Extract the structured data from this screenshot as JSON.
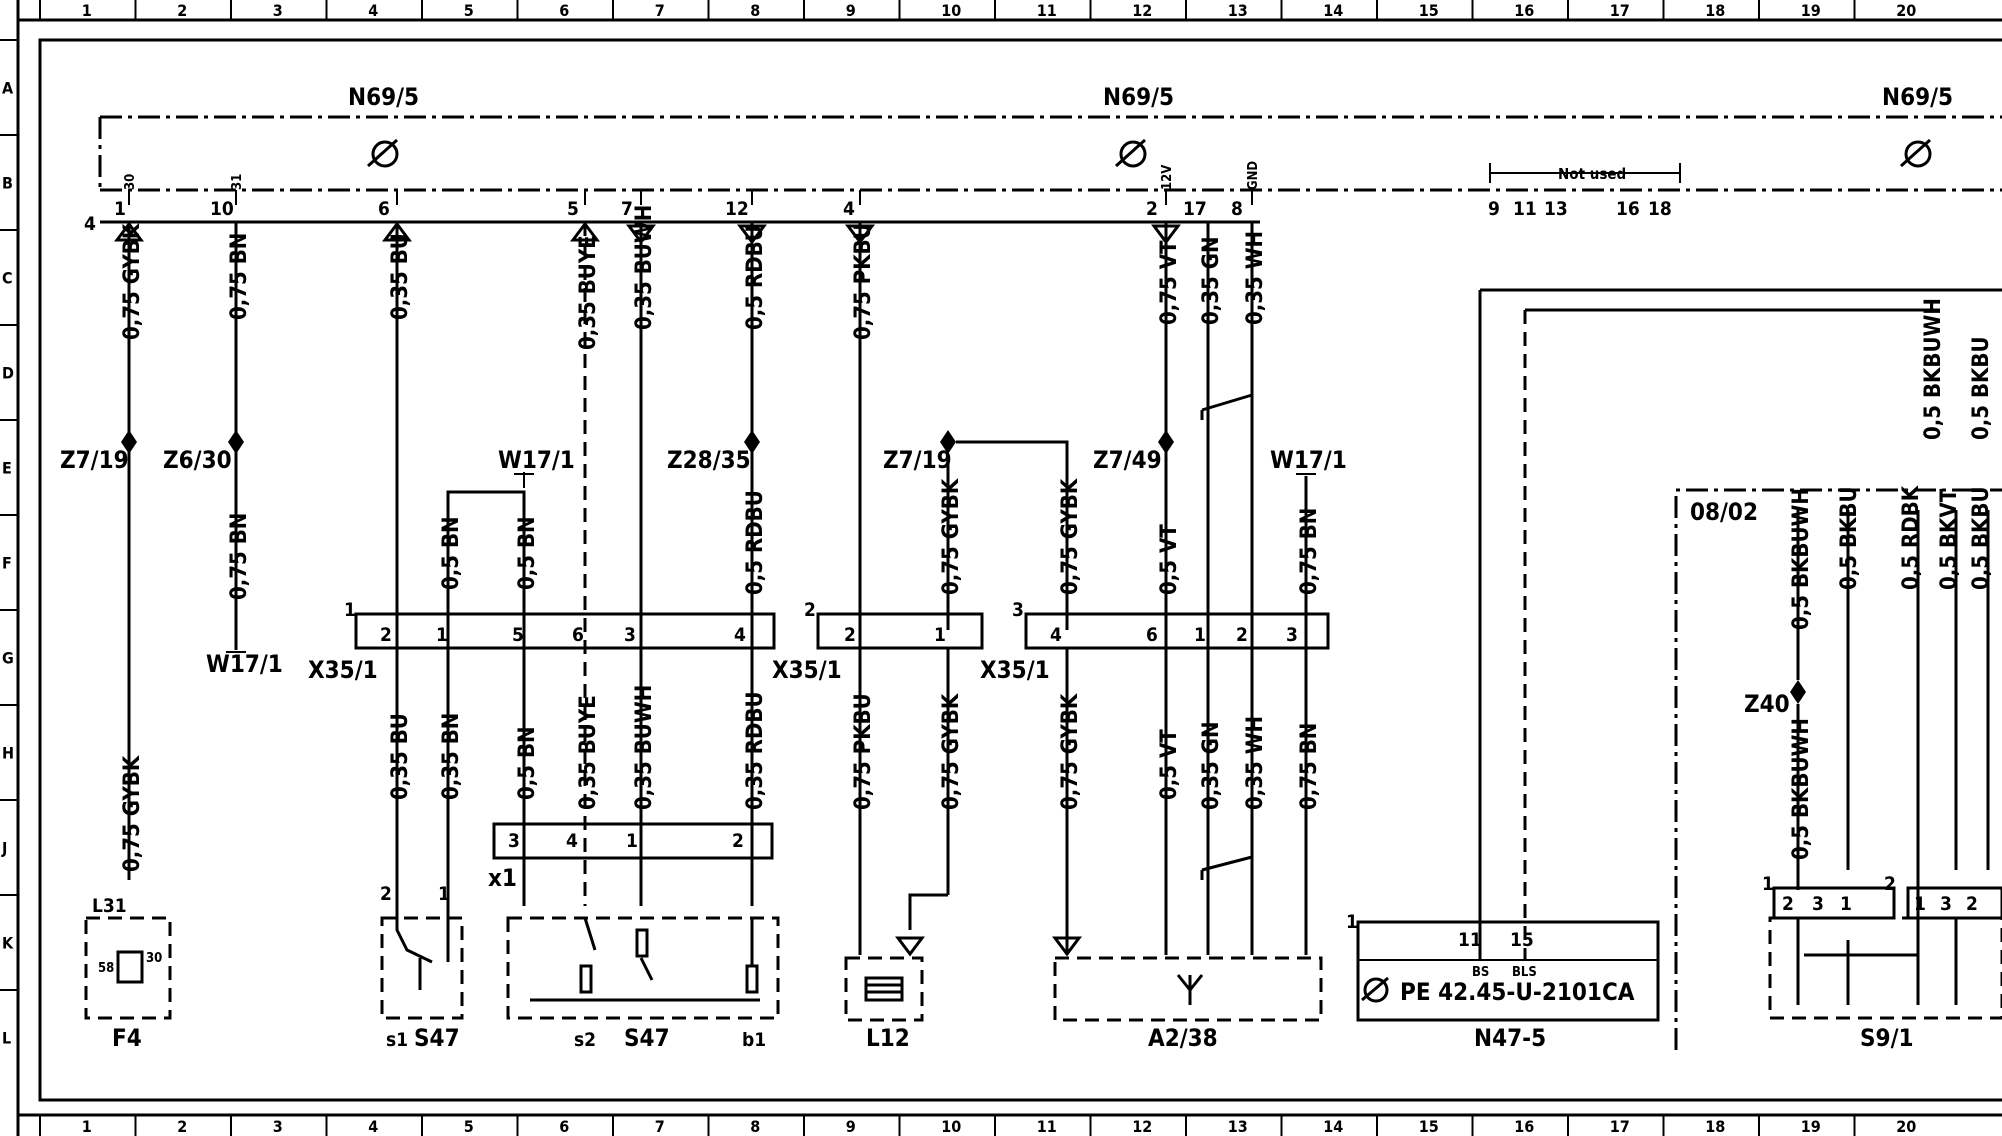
{
  "grid": {
    "columns": [
      "1",
      "2",
      "3",
      "4",
      "5",
      "6",
      "7",
      "8",
      "9",
      "10",
      "11",
      "12",
      "13",
      "14",
      "15",
      "16",
      "17",
      "18",
      "19",
      "20"
    ],
    "rows": [
      "A",
      "B",
      "C",
      "D",
      "E",
      "F",
      "G",
      "H",
      "J",
      "K",
      "L"
    ]
  },
  "modules": {
    "n69_left": "N69/5",
    "n69_mid": "N69/5",
    "n69_right": "N69/5",
    "bus_num": "4"
  },
  "n69_pins": [
    {
      "num": "1",
      "sub": "30"
    },
    {
      "num": "10",
      "sub": "31"
    },
    {
      "num": "6",
      "sub": ""
    },
    {
      "num": "5",
      "sub": ""
    },
    {
      "num": "7",
      "sub": ""
    },
    {
      "num": "12",
      "sub": ""
    },
    {
      "num": "4",
      "sub": ""
    },
    {
      "num": "2",
      "sub": "12V"
    },
    {
      "num": "17",
      "sub": ""
    },
    {
      "num": "8",
      "sub": "GND"
    }
  ],
  "not_used": {
    "label": "Not used",
    "pins": [
      "9",
      "11",
      "13",
      "16",
      "18"
    ]
  },
  "wires_upper": [
    {
      "label": "0,75 GYBK"
    },
    {
      "label": "0,75 BN"
    },
    {
      "label": "0,35 BU"
    },
    {
      "label": "0,35 BUYE"
    },
    {
      "label": "0,35 BUWH"
    },
    {
      "label": "0,5 RDBU"
    },
    {
      "label": "0,75 PKBU"
    },
    {
      "label": "0,75 VT"
    },
    {
      "label": "0,35 GN"
    },
    {
      "label": "0,35 WH"
    }
  ],
  "splices": {
    "z7_19_left": "Z7/19",
    "z6_30": "Z6/30",
    "z28_35": "Z28/35",
    "z7_19_mid": "Z7/19",
    "z7_49": "Z7/49",
    "z40": "Z40"
  },
  "grounds": {
    "w17_1_a": "W17/1",
    "w17_1_b": "W17/1",
    "w17_1_c": "W17/1"
  },
  "wires_mid": [
    {
      "label": "0,75 BN"
    },
    {
      "label": "0,5 BN"
    },
    {
      "label": "0,5 BN"
    },
    {
      "label": "0,5 RDBU"
    },
    {
      "label": "0,75 GYBK"
    },
    {
      "label": "0,75 GYBK"
    },
    {
      "label": "0,5 VT"
    },
    {
      "label": "0,75 BN"
    }
  ],
  "connectors": {
    "x35_1_a": "X35/1",
    "x35_1_b": "X35/1",
    "x35_1_c": "X35/1",
    "x35_a_num": "1",
    "x35_b_num": "2",
    "x35_c_num": "3",
    "x35_a_pins": [
      "2",
      "1",
      "5",
      "6",
      "3",
      "4"
    ],
    "x35_b_pins": [
      "2",
      "1"
    ],
    "x35_c_pins": [
      "4",
      "6",
      "1",
      "2",
      "3"
    ],
    "x1": "x1",
    "x1_pins": [
      "3",
      "4",
      "1",
      "2"
    ]
  },
  "wires_lower": [
    {
      "label": "0,75 GYBK"
    },
    {
      "label": "0,35 BU"
    },
    {
      "label": "0,35 BN"
    },
    {
      "label": "0,5 BN"
    },
    {
      "label": "0,35 BUYE"
    },
    {
      "label": "0,35 BUWH"
    },
    {
      "label": "0,35 RDBU"
    },
    {
      "label": "0,75 PKBU"
    },
    {
      "label": "0,75 GYBK"
    },
    {
      "label": "0,75 GYBK"
    },
    {
      "label": "0,5 VT"
    },
    {
      "label": "0,35 GN"
    },
    {
      "label": "0,35 WH"
    },
    {
      "label": "0,75 BN"
    }
  ],
  "components": {
    "f4": "F4",
    "l31": "L31",
    "f4_pins": [
      "58",
      "30"
    ],
    "s47_a": "S47",
    "s47_a_sub": "s1",
    "s47_a_pins": [
      "2",
      "1"
    ],
    "s47_b": "S47",
    "s47_b_sub_s2": "s2",
    "s47_b_sub_b1": "b1",
    "l12": "L12",
    "a2_38": "A2/38",
    "n47_5": "N47-5",
    "n47_num": "1",
    "n47_pins": [
      {
        "num": "11",
        "sub": "BS"
      },
      {
        "num": "15",
        "sub": "BLS"
      }
    ],
    "n47_ref": "PE 42.45-U-2101CA",
    "s9_1": "S9/1"
  },
  "right_section": {
    "ref": "08/02",
    "top_wires": [
      "0,5 BKBUWH",
      "0,5 BKBU"
    ],
    "wires": [
      "0,5 BKBUWH",
      "0,5 BKBU",
      "0,5 RDBK",
      "0,5 BKVT",
      "0,5 BKBU"
    ],
    "z40_wire": "0,5 BKBUWH",
    "s9_num_a": "1",
    "s9_num_b": "2",
    "s9_pins_a": [
      "2",
      "3",
      "1"
    ],
    "s9_pins_b": [
      "1",
      "3",
      "2"
    ]
  }
}
